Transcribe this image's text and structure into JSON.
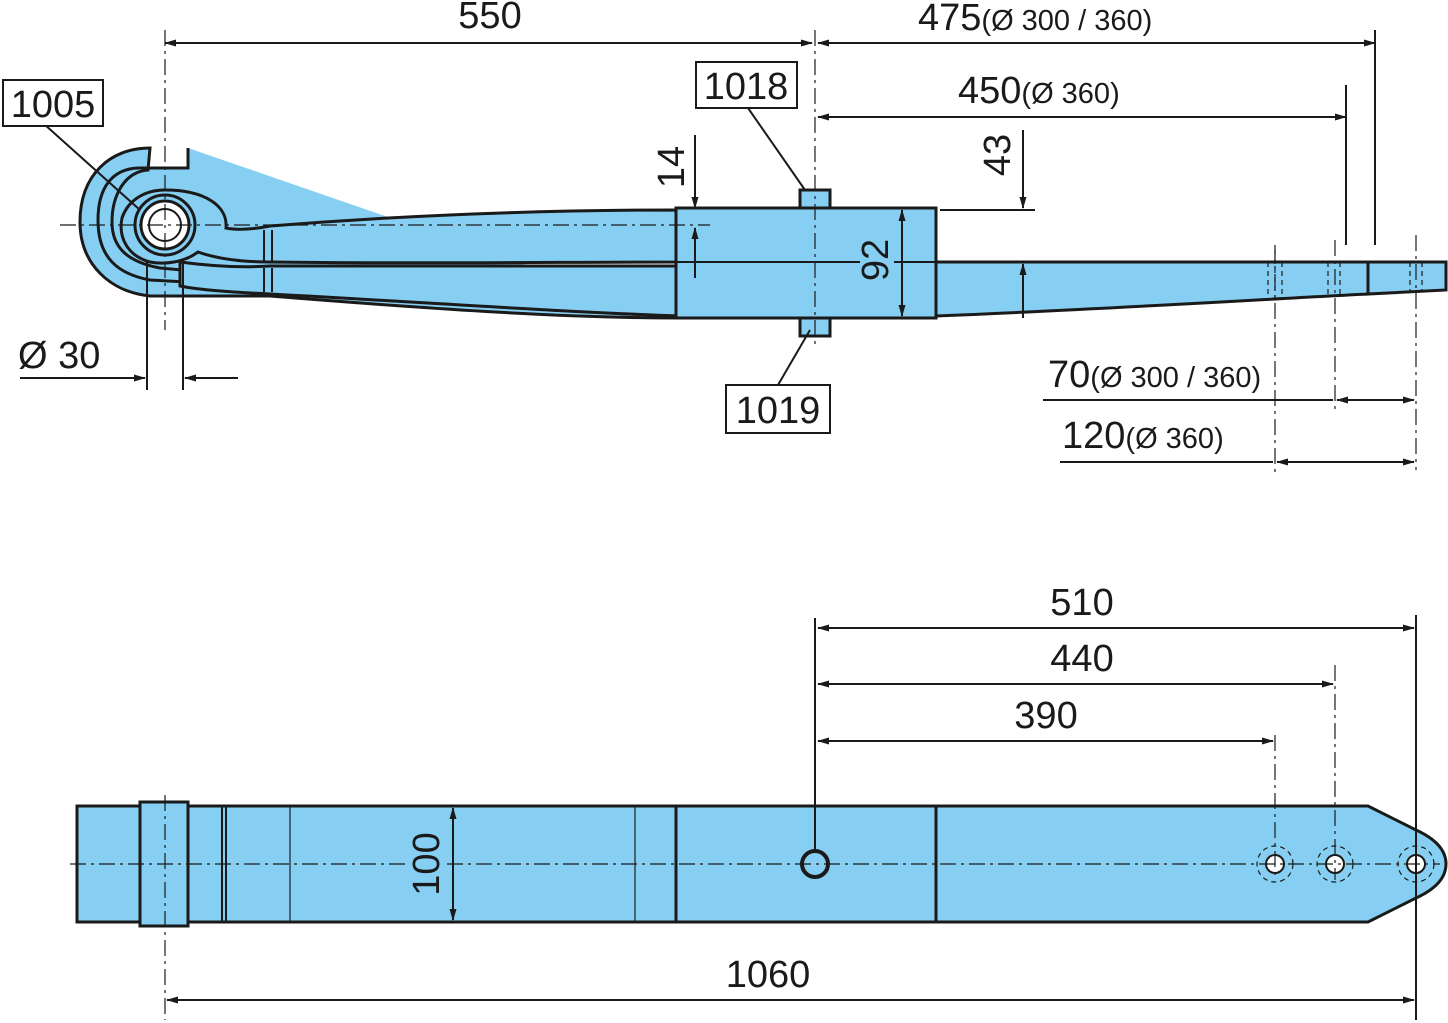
{
  "callouts": {
    "eye_bushing": "1005",
    "upper_bolt": "1018",
    "lower_nut": "1019"
  },
  "dimensions": {
    "eye_to_center": "550",
    "center_to_end_main": "475",
    "center_to_end_main_note": "(Ø 300 / 360)",
    "center_to_end_short": "450",
    "center_to_end_short_note": "(Ø 360)",
    "leaf_thickness": "14",
    "pad_height": "43",
    "pack_height": "92",
    "eye_diameter": "Ø 30",
    "end_70": "70",
    "end_70_note": "(Ø 300 / 360)",
    "end_120": "120",
    "end_120_note": "(Ø 360)",
    "plan_510": "510",
    "plan_440": "440",
    "plan_390": "390",
    "width": "100",
    "overall_length": "1060"
  },
  "colors": {
    "part_fill": "#87cff2",
    "line": "#1a1a1a"
  }
}
